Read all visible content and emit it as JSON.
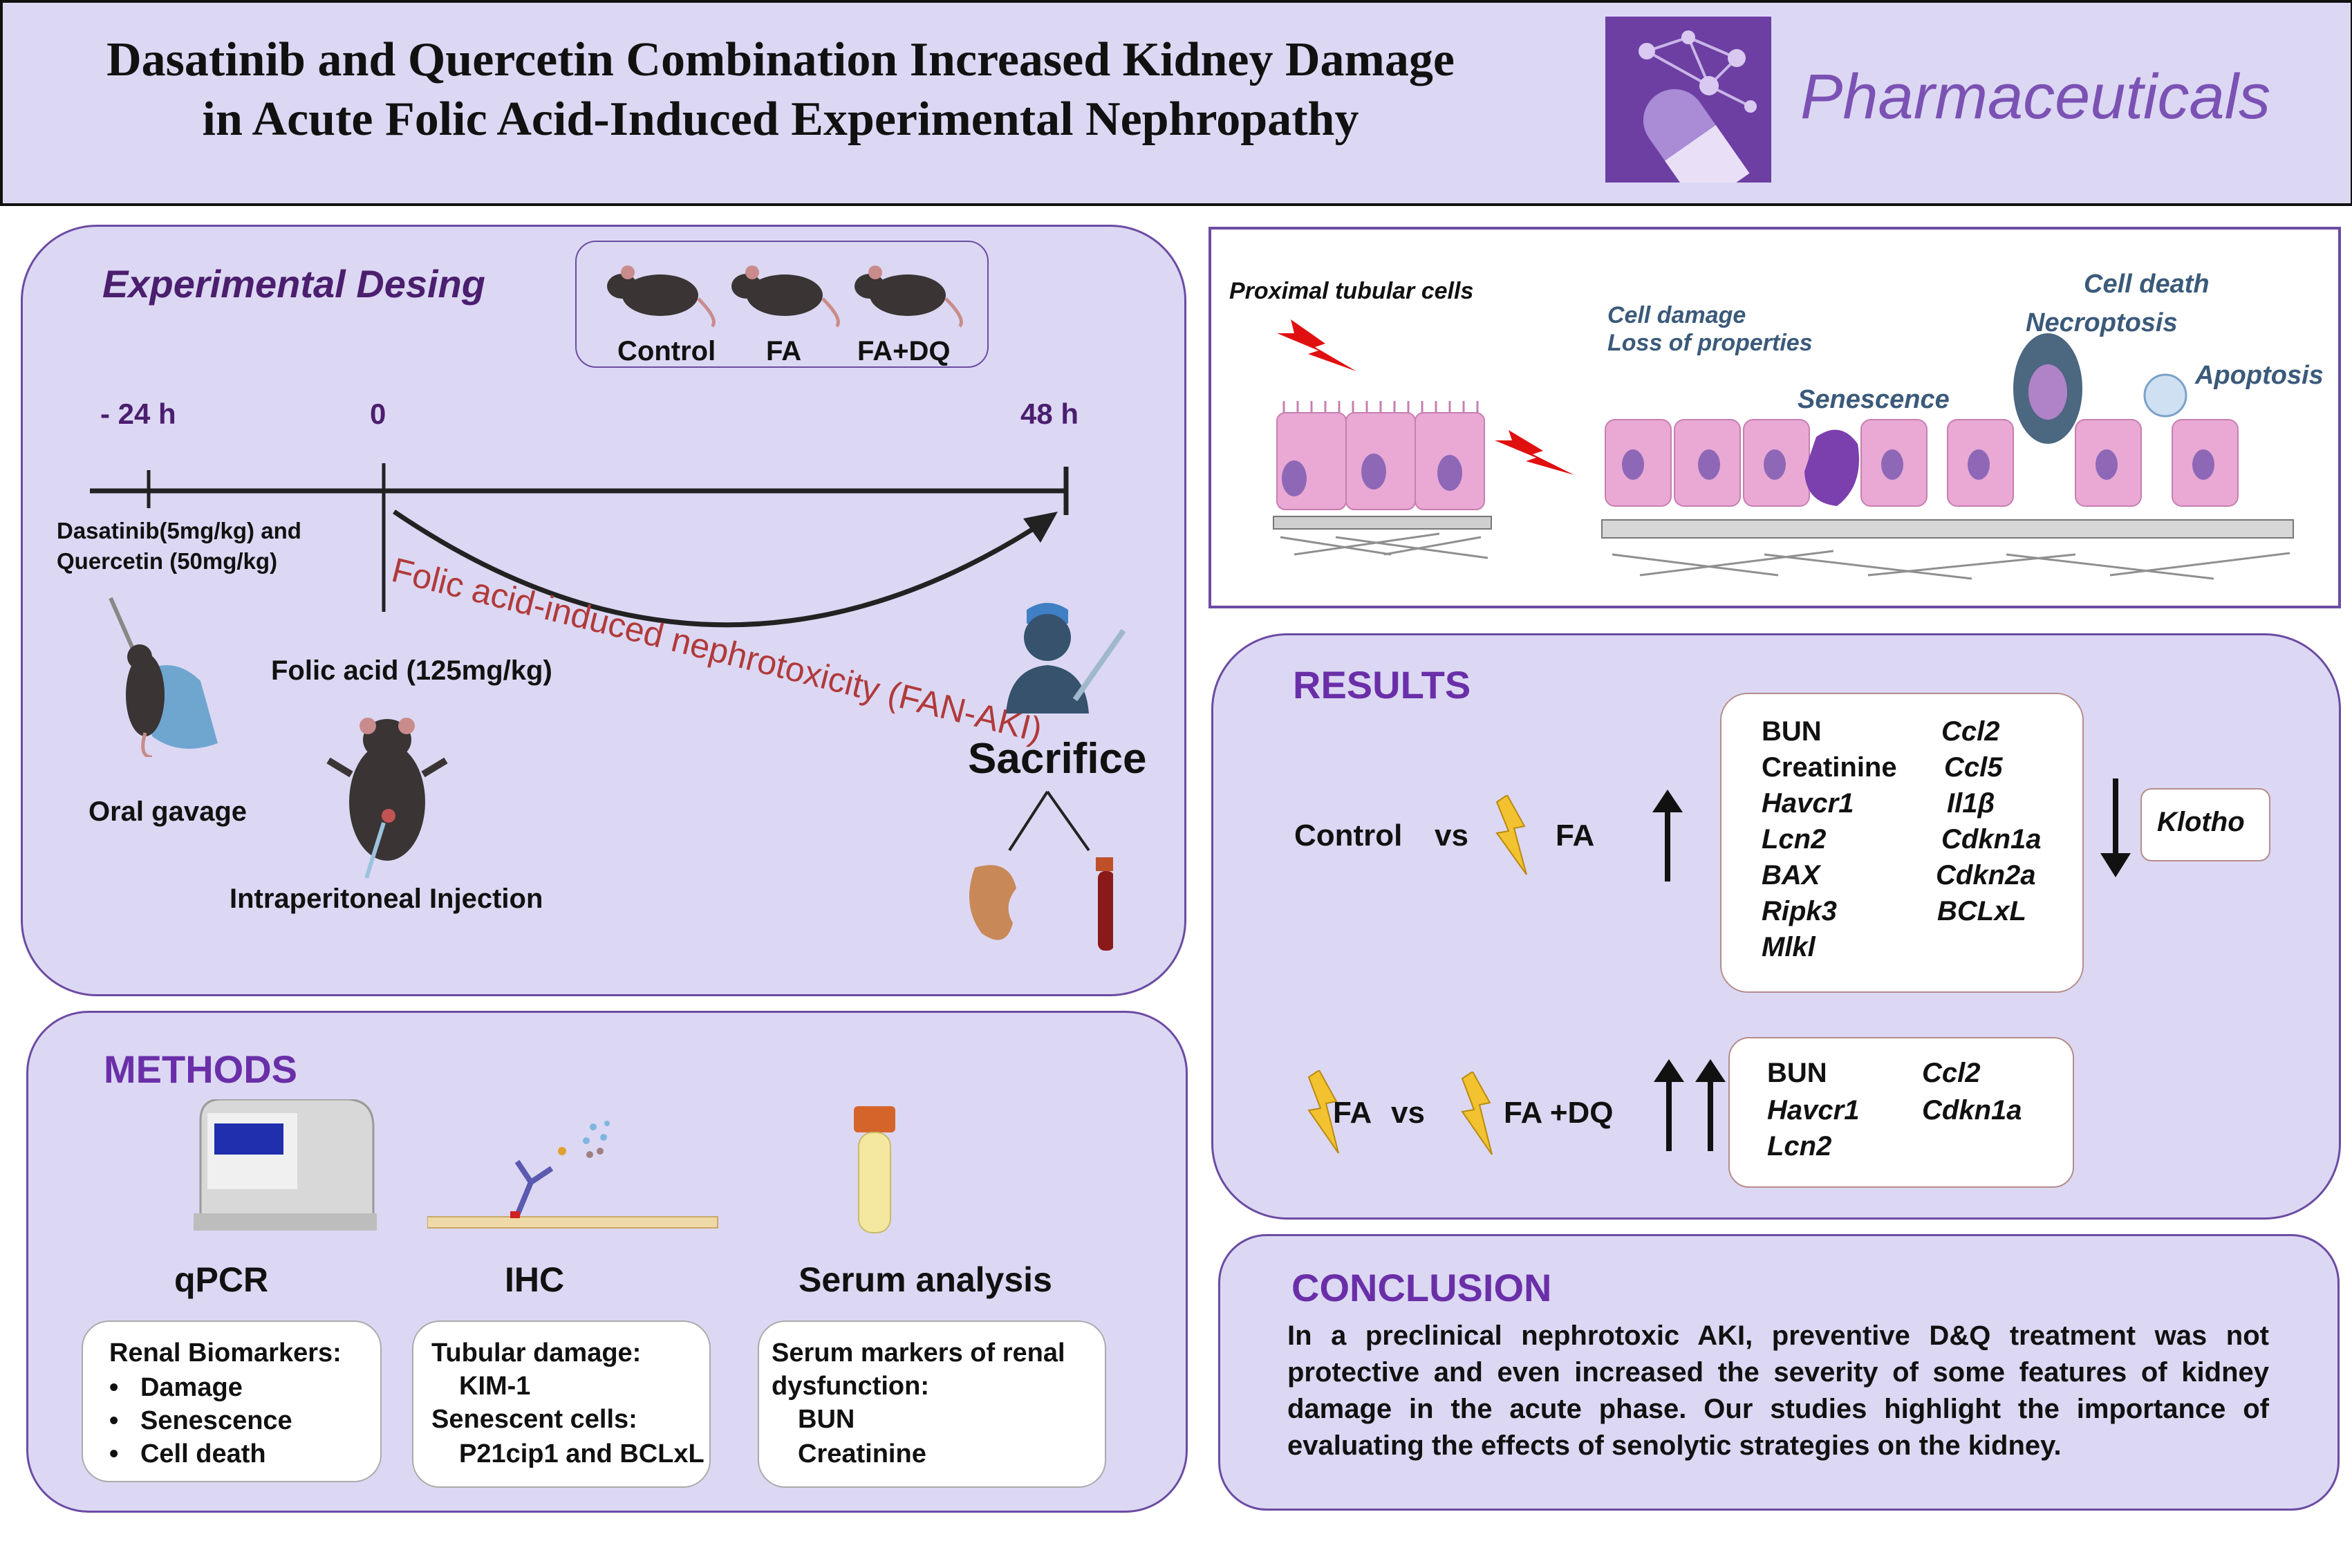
{
  "header": {
    "title_line1": "Dasatinib and Quercetin Combination Increased Kidney Damage",
    "title_line2": "in Acute Folic Acid-Induced Experimental Nephropathy",
    "journal": "Pharmaceuticals"
  },
  "design": {
    "title": "Experimental Desing",
    "groups": [
      "Control",
      "FA",
      "FA+DQ"
    ],
    "time_minus24": "- 24 h",
    "time_0": "0",
    "time_48": "48 h",
    "dq_line1": "Dasatinib(5mg/kg)  and",
    "dq_line2": "Quercetin (50mg/kg)",
    "folic_acid": "Folic acid (125mg/kg)",
    "curve_label": "Folic acid-induced nephrotoxicity (FAN-AKI)",
    "oral_gavage": "Oral gavage",
    "ip_injection": "Intraperitoneal Injection",
    "sacrifice": "Sacrifice"
  },
  "tubule": {
    "proximal": "Proximal tubular cells",
    "cell_damage_1": "Cell damage",
    "cell_damage_2": "Loss of properties",
    "senescence": "Senescence",
    "cell_death": "Cell death",
    "necroptosis": "Necroptosis",
    "apoptosis": "Apoptosis"
  },
  "results": {
    "title": "RESULTS",
    "row1": {
      "left": "Control",
      "vs": "vs",
      "right": "FA",
      "up_col1": [
        "BUN",
        "Creatinine",
        "Havcr1",
        "Lcn2",
        "BAX",
        "Ripk3",
        "Mlkl"
      ],
      "up_col2": [
        "Ccl2",
        "Ccl5",
        "Il1β",
        "Cdkn1a",
        "Cdkn2a",
        "BCLxL"
      ],
      "down": "Klotho"
    },
    "row2": {
      "left": "FA",
      "vs": "vs",
      "right": "FA +DQ",
      "col1": [
        "BUN",
        "Havcr1",
        "Lcn2"
      ],
      "col2": [
        "Ccl2",
        "Cdkn1a"
      ]
    }
  },
  "methods": {
    "title": "METHODS",
    "qpcr": "qPCR",
    "ihc": "IHC",
    "serum": "Serum analysis",
    "box1_head": "Renal Biomarkers:",
    "box1_items": [
      "Damage",
      "Senescence",
      "Cell death"
    ],
    "box2_line1": "Tubular damage:",
    "box2_line2": "KIM-1",
    "box2_line3": "Senescent cells:",
    "box2_line4": "P21cip1 and BCLxL",
    "box3_line1": "Serum markers of renal",
    "box3_line2": "dysfunction:",
    "box3_line3": "BUN",
    "box3_line4": "Creatinine"
  },
  "conclusion": {
    "title": "CONCLUSION",
    "text": "In a preclinical nephrotoxic AKI, preventive D&Q treatment was not protective and even increased the severity of some features of kidney damage in the acute phase. Our studies highlight the importance of evaluating the effects of senolytic strategies on the kidney."
  },
  "colors": {
    "panel_bg": "#dcd8f3",
    "accent_purple": "#6a2fa8",
    "curve_red": "#b03a3a",
    "bolt_yellow": "#f2c230",
    "bolt_red": "#e01010",
    "cell_pink": "#e9a9d4"
  }
}
